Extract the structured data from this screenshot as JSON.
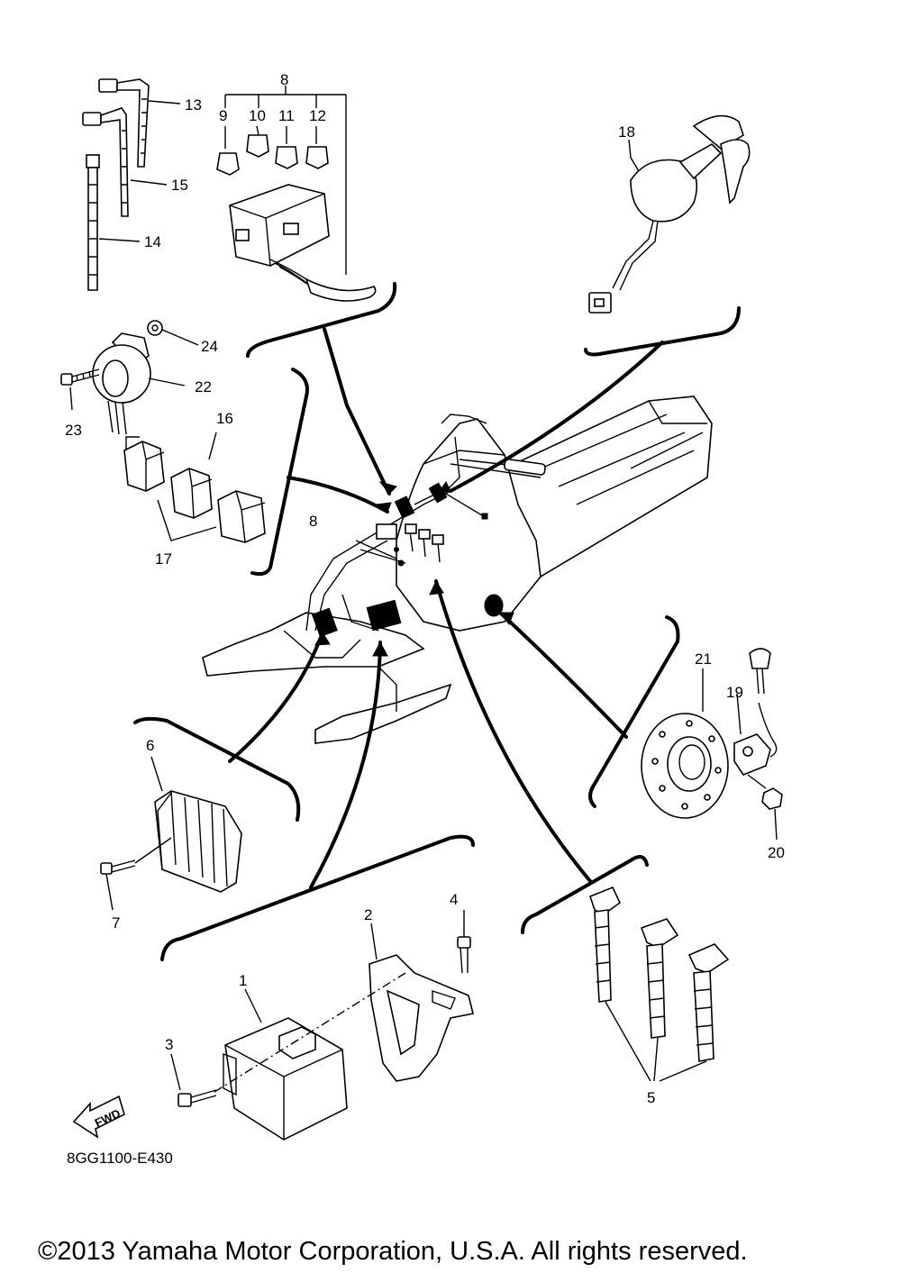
{
  "diagram": {
    "callouts": {
      "p1": "1",
      "p2": "2",
      "p3": "3",
      "p4": "4",
      "p5": "5",
      "p6": "6",
      "p7": "7",
      "p8": "8",
      "p8b": "8",
      "p9": "9",
      "p10": "10",
      "p11": "11",
      "p12": "12",
      "p13": "13",
      "p14": "14",
      "p15": "15",
      "p16": "16",
      "p17": "17",
      "p18": "18",
      "p19": "19",
      "p20": "20",
      "p21": "21",
      "p22": "22",
      "p23": "23",
      "p24": "24"
    },
    "fwd_label": "FWD",
    "drawing_code": "8GG1100-E430",
    "copyright": "©2013 Yamaha Motor Corporation, U.S.A. All rights reserved."
  }
}
